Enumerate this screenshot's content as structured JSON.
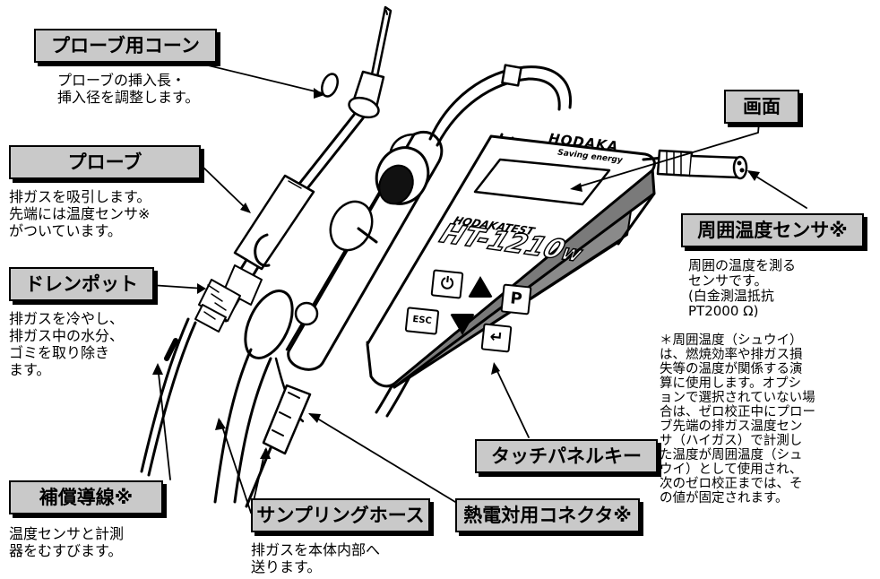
{
  "labels": {
    "probe_cone": "プローブ用コーン",
    "probe": "プローブ",
    "drain_pot": "ドレンポット",
    "compensation_wire": "補償導線※",
    "sampling_hose": "サンプリングホース",
    "thermo_connector": "熱電対用コネクタ※",
    "touch_panel": "タッチパネルキー",
    "screen": "画面",
    "ambient_sensor": "周囲温度センサ※"
  },
  "descriptions": {
    "probe_cone": "プローブの挿入長・\n挿入径を調整します。",
    "probe": "排ガスを吸引します。\n先端には温度センサ※\nがついています。",
    "drain_pot": "排ガスを冷やし、\n排ガス中の水分、\nゴミを取り除き\nます。",
    "compensation_wire": "温度センサと計測\n器をむすびます。",
    "sampling_hose": "排ガスを本体内部へ\n送ります。",
    "ambient_sensor": "周囲の温度を測る\nセンサです。\n(白金測温抵抗\nPT2000 Ω)",
    "ambient_note": "＊周囲温度（シュウイ）\nは、燃焼効率や排ガス損\n失等の温度が関係する演\n算に使用します。オプシ\nョンで選択されていない場\n合は、ゼロ校正中にプロー\nブ先端の排ガス温度セン\nサ（ハイガス）で計測し\nた温度が周囲温度（シュ\nウイ）として使用され、\n次のゼロ校正までは、そ\nの値が固定されます。"
  },
  "device": {
    "brand": "HODAKA",
    "tagline": "Saving energy",
    "series": "HODAKATEST",
    "model": "HT-1210",
    "model_suffix": "W",
    "keys": {
      "power": "⏻",
      "p": "P",
      "esc": "ESC",
      "enter": "↵"
    }
  }
}
